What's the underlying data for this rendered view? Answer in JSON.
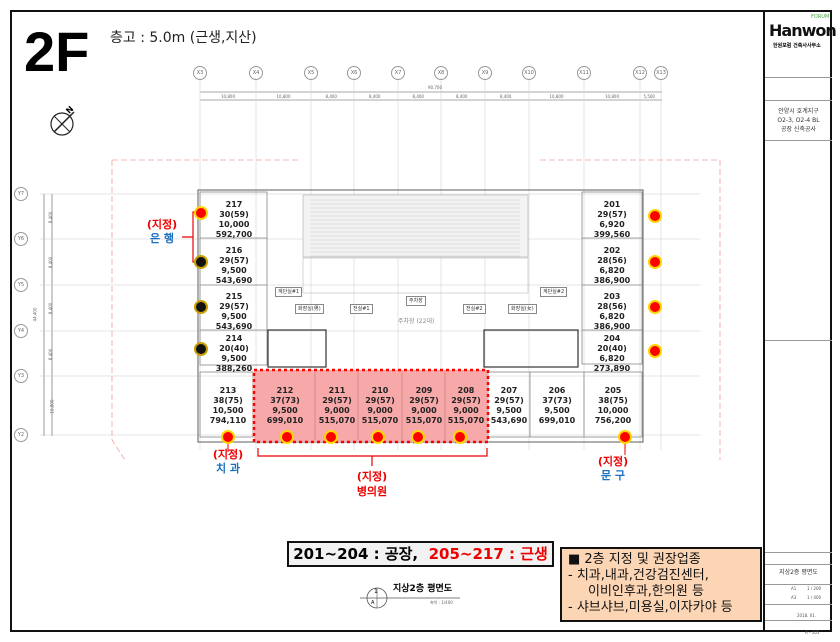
{
  "header": {
    "floor": "2F",
    "floor_height": "층고 : 5.0m (근생,지산)"
  },
  "grid": {
    "x_labels": [
      "X3",
      "X4",
      "X5",
      "X6",
      "X7",
      "X8",
      "X9",
      "X10",
      "X11",
      "X12",
      "X13"
    ],
    "total_dim": "90,700",
    "x_dims": [
      "10,800",
      "10,800",
      "8,400",
      "8,400",
      "8,400",
      "8,400",
      "8,400",
      "10,800",
      "10,800",
      "5,500"
    ],
    "y_labels": [
      "Y7",
      "Y6",
      "Y5",
      "Y4",
      "Y3",
      "Y2"
    ],
    "y_total": "44,400",
    "y_dims": [
      "8,400",
      "8,400",
      "8,400",
      "8,400",
      "10,800"
    ]
  },
  "rooms": [
    {
      "no": "201",
      "size": "29(57)",
      "price": "6,920",
      "total": "399,560"
    },
    {
      "no": "202",
      "size": "28(56)",
      "price": "6,820",
      "total": "386,900"
    },
    {
      "no": "203",
      "size": "28(56)",
      "price": "6,820",
      "total": "386,900"
    },
    {
      "no": "204",
      "size": "20(40)",
      "price": "6,820",
      "total": "273,890"
    },
    {
      "no": "205",
      "size": "38(75)",
      "price": "10,000",
      "total": "756,200"
    },
    {
      "no": "206",
      "size": "37(73)",
      "price": "9,500",
      "total": "699,010"
    },
    {
      "no": "207",
      "size": "29(57)",
      "price": "9,500",
      "total": "543,690"
    },
    {
      "no": "208",
      "size": "29(57)",
      "price": "9,000",
      "total": "515,070"
    },
    {
      "no": "209",
      "size": "29(57)",
      "price": "9,000",
      "total": "515,070"
    },
    {
      "no": "210",
      "size": "29(57)",
      "price": "9,000",
      "total": "515,070"
    },
    {
      "no": "211",
      "size": "29(57)",
      "price": "9,000",
      "total": "515,070"
    },
    {
      "no": "212",
      "size": "37(73)",
      "price": "9,500",
      "total": "699,010"
    },
    {
      "no": "213",
      "size": "38(75)",
      "price": "10,500",
      "total": "794,110"
    },
    {
      "no": "214",
      "size": "20(40)",
      "price": "9,500",
      "total": "388,260"
    },
    {
      "no": "215",
      "size": "29(57)",
      "price": "9,500",
      "total": "543,690"
    },
    {
      "no": "216",
      "size": "29(57)",
      "price": "9,500",
      "total": "543,690"
    },
    {
      "no": "217",
      "size": "30(59)",
      "price": "10,000",
      "total": "592,700"
    }
  ],
  "core": {
    "stair1": "계단실#1",
    "stair2": "계단실#2",
    "wc_m": "화장실(男)",
    "wc_f": "화장실(女)",
    "elec1": "전실#1",
    "elec2": "전실#2",
    "parking": "주차장",
    "parking_count": "주차장 (22대)"
  },
  "designations": {
    "bank": {
      "tag": "(지정)",
      "name": "은 행"
    },
    "dentist": {
      "tag": "(지정)",
      "name": "치 과"
    },
    "clinic": {
      "tag": "(지정)",
      "name": "병의원"
    },
    "stationery": {
      "tag": "(지정)",
      "name": "문 구"
    }
  },
  "use_box": {
    "factory": "201~204 : 공장,",
    "retail": "205~217 : 근생"
  },
  "recommend": {
    "title": "■ 2층 지정 및 권장업종",
    "line1": "-  치과,내과,건강검진센터,",
    "line2": "이비인후과,한의원 등",
    "line3": "- 샤브샤브,미용실,이자카야 등"
  },
  "drawing": {
    "title": "지상2층 평면도",
    "num": "1",
    "sheet": "A",
    "scale": "축척 : 1/400"
  },
  "title_block": {
    "logo_forum": "FORUM",
    "logo_main": "Hanwon",
    "logo_sub": "한원포럼 건축사사무소",
    "project": [
      "안양시 호계지구",
      "O2-3, O2-4 BL",
      "공장 신축공사"
    ],
    "dwg_title": "지상2층 평면도",
    "scale_a1": "A1",
    "scale_a1_val": "1 / 200",
    "scale_a3": "A3",
    "scale_a3_val": "1 / 400",
    "date": "2018. 01.",
    "dwg_no": "A - 105"
  },
  "colors": {
    "red": "#ff0000",
    "blue": "#1a6fc0",
    "highlight": "#f7a8a8",
    "note_bg": "#fcd5b4"
  }
}
